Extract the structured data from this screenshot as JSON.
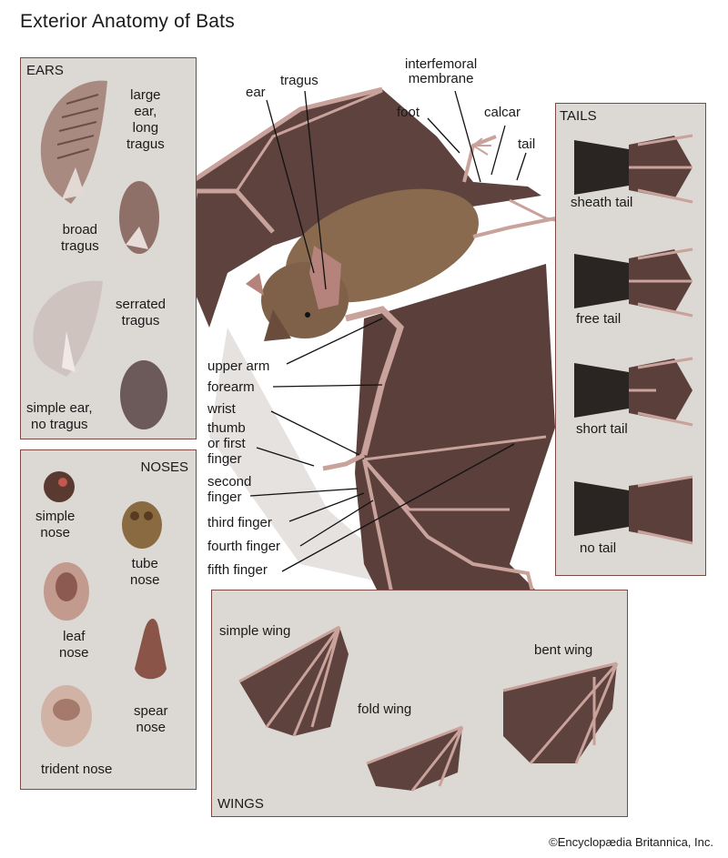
{
  "title": "Exterior Anatomy of Bats",
  "copyright": "©Encyclopædia Britannica, Inc.",
  "ears": {
    "heading": "EARS",
    "items": [
      {
        "label": "large\near,\nlong\ntragus"
      },
      {
        "label": "broad\ntragus"
      },
      {
        "label": "serrated\ntragus"
      },
      {
        "label": "simple ear,\nno tragus"
      }
    ]
  },
  "noses": {
    "heading": "NOSES",
    "items": [
      {
        "label": "simple\nnose"
      },
      {
        "label": "tube\nnose"
      },
      {
        "label": "leaf\nnose"
      },
      {
        "label": "spear\nnose"
      },
      {
        "label": "trident nose"
      }
    ]
  },
  "tails": {
    "heading": "TAILS",
    "items": [
      {
        "label": "sheath tail"
      },
      {
        "label": "free tail"
      },
      {
        "label": "short tail"
      },
      {
        "label": "no tail"
      }
    ]
  },
  "wings": {
    "heading": "WINGS",
    "items": [
      {
        "label": "simple wing"
      },
      {
        "label": "fold wing"
      },
      {
        "label": "bent wing"
      }
    ]
  },
  "anatomy": {
    "ear": "ear",
    "tragus": "tragus",
    "interfemoral": "interfemoral\nmembrane",
    "foot": "foot",
    "calcar": "calcar",
    "tail": "tail",
    "upper_arm": "upper arm",
    "forearm": "forearm",
    "wrist": "wrist",
    "thumb": "thumb\nor first\nfinger",
    "second_finger": "second\nfinger",
    "third_finger": "third finger",
    "fourth_finger": "fourth finger",
    "fifth_finger": "fifth finger"
  },
  "colors": {
    "panel_bg": "#dcd8d3",
    "panel_border": "#7a4a44",
    "membrane": "#5a3f3b",
    "bone": "#c9a29b",
    "fur": "#8a6a4e"
  }
}
